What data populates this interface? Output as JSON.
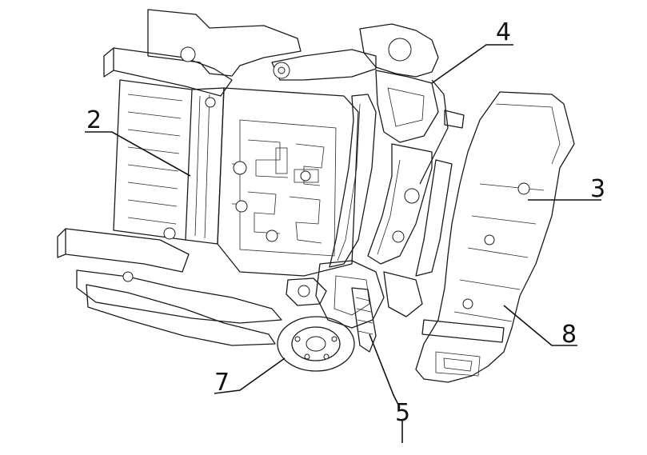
{
  "labels": [
    {
      "id": "label-2",
      "text": "2"
    },
    {
      "id": "label-3",
      "text": "3"
    },
    {
      "id": "label-4",
      "text": "4"
    },
    {
      "id": "label-5",
      "text": "5"
    },
    {
      "id": "label-7",
      "text": "7"
    },
    {
      "id": "label-8",
      "text": "8"
    }
  ]
}
